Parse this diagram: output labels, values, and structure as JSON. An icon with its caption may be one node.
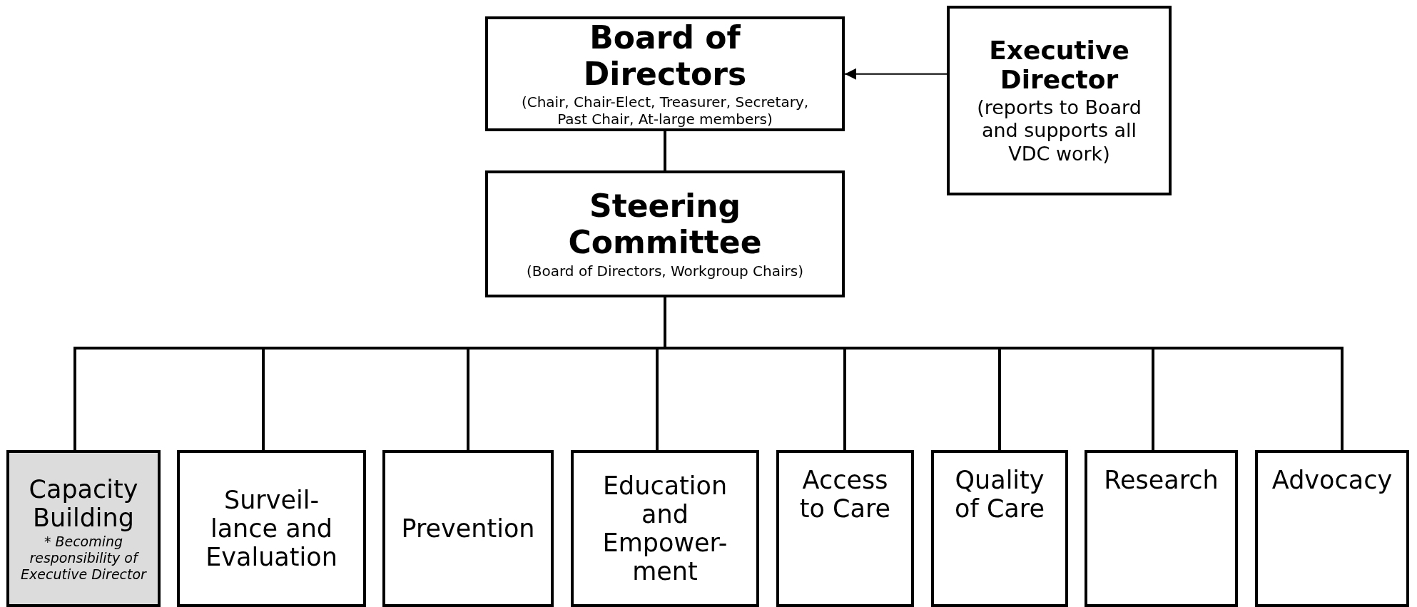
{
  "diagram": {
    "nodes": [
      {
        "text": [
          "Board of Directors",
          "(Chair, Chair-Elect, Treasurer, Secretary, Past Chair, At-large members)"
        ]
      },
      {
        "text": [
          "Executive Director",
          "(reports to Board and supports all VDC work)"
        ]
      },
      {
        "text": [
          "Steering Committee",
          "(Board of Directors, Workgroup Chairs)"
        ]
      },
      {
        "text": [
          "Capacity Building",
          "* Becoming responsibility of Executive Director"
        ]
      },
      {
        "text": [
          "Surveil- lance and Evaluation"
        ]
      },
      {
        "text": [
          "Prevention"
        ]
      },
      {
        "text": [
          "Education and Empower- ment"
        ]
      },
      {
        "text": [
          "Access to Care"
        ]
      },
      {
        "text": [
          "Quality of Care"
        ]
      },
      {
        "text": [
          "Research"
        ]
      },
      {
        "text": [
          "Advocacy"
        ]
      }
    ],
    "edges": [
      {
        "from": 0,
        "to": 2,
        "arrow": "none"
      },
      {
        "from": 1,
        "to": 0,
        "arrow": "to"
      },
      {
        "from": 2,
        "to": 3,
        "arrow": "none"
      },
      {
        "from": 2,
        "to": 4,
        "arrow": "none"
      },
      {
        "from": 2,
        "to": 5,
        "arrow": "none"
      },
      {
        "from": 2,
        "to": 6,
        "arrow": "none"
      },
      {
        "from": 2,
        "to": 7,
        "arrow": "none"
      },
      {
        "from": 2,
        "to": 8,
        "arrow": "none"
      },
      {
        "from": 2,
        "to": 9,
        "arrow": "none"
      },
      {
        "from": 2,
        "to": 10,
        "arrow": "none"
      }
    ]
  }
}
